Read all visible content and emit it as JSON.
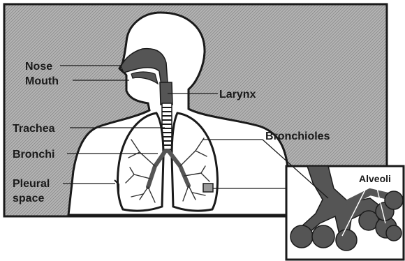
{
  "labels": {
    "nose": "Nose",
    "mouth": "Mouth",
    "larynx": "Larynx",
    "trachea": "Trachea",
    "bronchioles": "Bronchioles",
    "bronchi": "Bronchi",
    "pleural_line1": "Pleural",
    "pleural_line2": "space",
    "alveoli": "Alveoli"
  },
  "colors": {
    "background_hatch": "#9a9a9a",
    "body_fill": "#ffffff",
    "airway_fill": "#555555",
    "outline": "#1a1a1a"
  }
}
